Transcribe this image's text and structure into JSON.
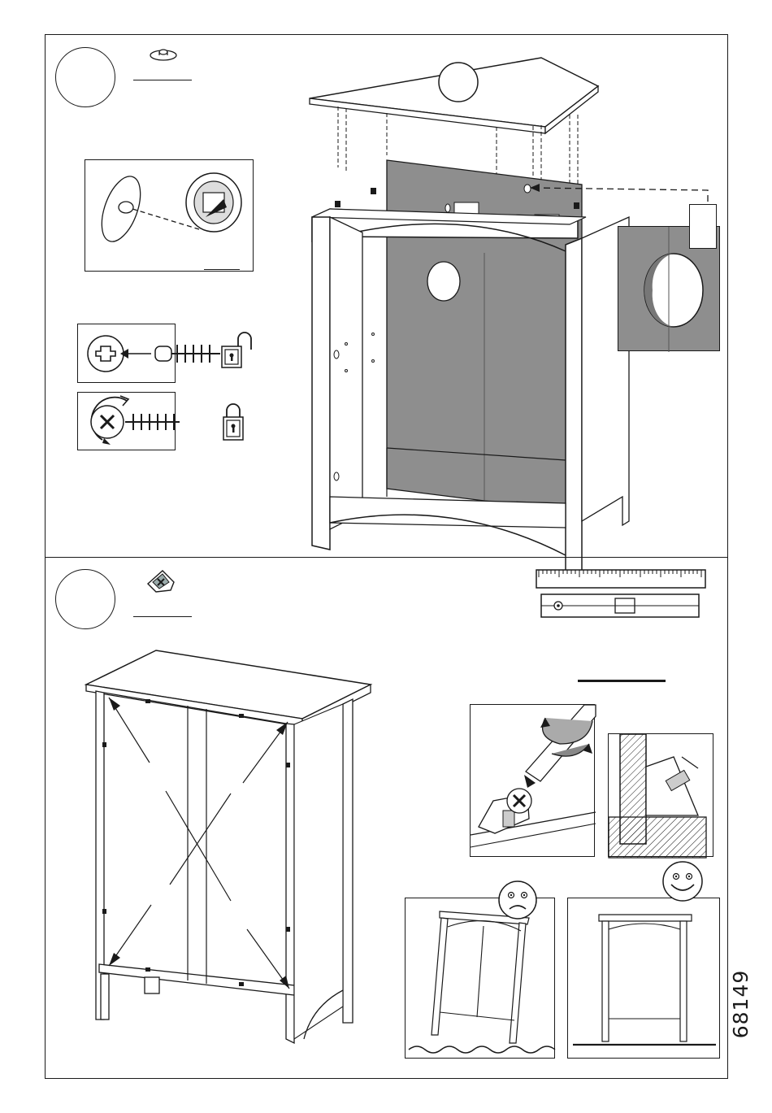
{
  "document": {
    "number": "68149"
  },
  "steps": [
    {
      "id": "step-a",
      "icon": "cam-lock-icon",
      "callout_icon": "cam-fitting-icon"
    },
    {
      "id": "step-b",
      "icon": "corner-bracket-icon",
      "callout_icon": "check-diagonals-icon"
    }
  ],
  "icons": {
    "lock_open": "padlock-open-icon",
    "lock_closed": "padlock-closed-icon",
    "ruler": "ruler-icon",
    "spirit_level": "spirit-level-icon",
    "sad_face": "sad-face-icon",
    "happy_face": "happy-face-icon"
  },
  "colors": {
    "line": "#1a1a1a",
    "panel_grey": "#8e8e8e",
    "panel_grey_dark": "#777777",
    "paper": "#ffffff"
  }
}
